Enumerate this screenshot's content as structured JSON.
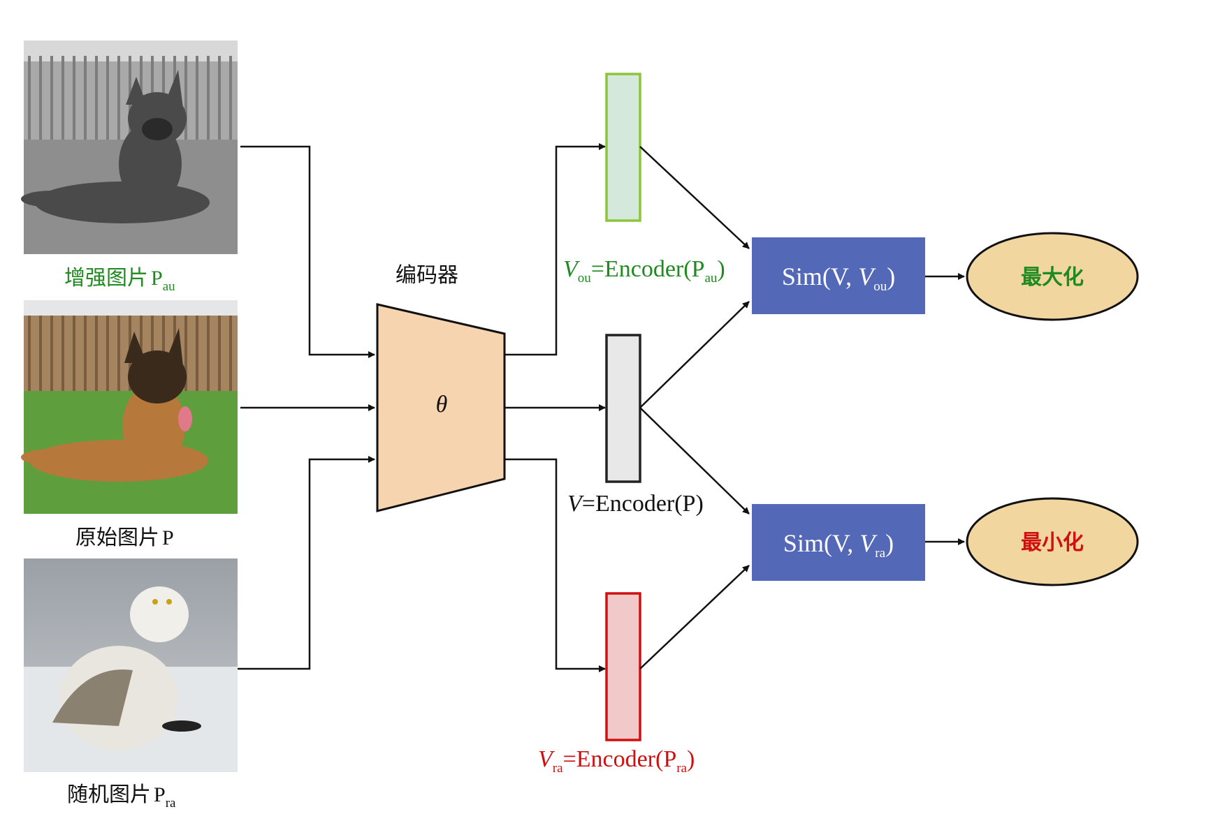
{
  "images": [
    {
      "id": "augmented",
      "caption": "增强图片",
      "symbol": "P",
      "sub": "au",
      "color": "#1f8a1f",
      "depicts": "grayscale german shepherd lying on grass"
    },
    {
      "id": "original",
      "caption": "原始图片",
      "symbol": "P",
      "sub": "",
      "color": "#111111",
      "depicts": "color german shepherd lying on grass"
    },
    {
      "id": "random",
      "caption": "随机图片",
      "symbol": "P",
      "sub": "ra",
      "color": "#111111",
      "depicts": "snowy owl standing on snow"
    }
  ],
  "encoder": {
    "title": "编码器",
    "param": "θ",
    "fill": "#f7d4b0"
  },
  "vectors": {
    "v_au": {
      "label_v": "V",
      "v_sub": "ou",
      "eq": "=Encoder(P",
      "p_sub": "au",
      "close": ")",
      "color": "#1f8a1f",
      "fill": "#d4e8dc",
      "stroke": "#8cc43a"
    },
    "v": {
      "label_v": "V",
      "v_sub": "",
      "eq": "=Encoder(P)",
      "p_sub": "",
      "close": "",
      "color": "#111111",
      "fill": "#e8e8e8",
      "stroke": "#222222"
    },
    "v_ra": {
      "label_v": "V",
      "v_sub": "ra",
      "eq": "=Encoder(P",
      "p_sub": "ra",
      "close": ")",
      "color": "#d01010",
      "fill": "#f2c9c9",
      "stroke": "#d01010"
    }
  },
  "similarities": {
    "sim_au": {
      "prefix": "Sim(V, ",
      "v": "V",
      "sub": "ou",
      "suffix": ")"
    },
    "sim_ra": {
      "prefix": "Sim(V, ",
      "v": "V",
      "sub": "ra",
      "suffix": ")"
    },
    "fill": "#5468b8"
  },
  "objectives": {
    "maximize": {
      "label": "最大化",
      "color": "#1f8a1f"
    },
    "minimize": {
      "label": "最小化",
      "color": "#d01010"
    },
    "fill": "#f2d6a0"
  }
}
